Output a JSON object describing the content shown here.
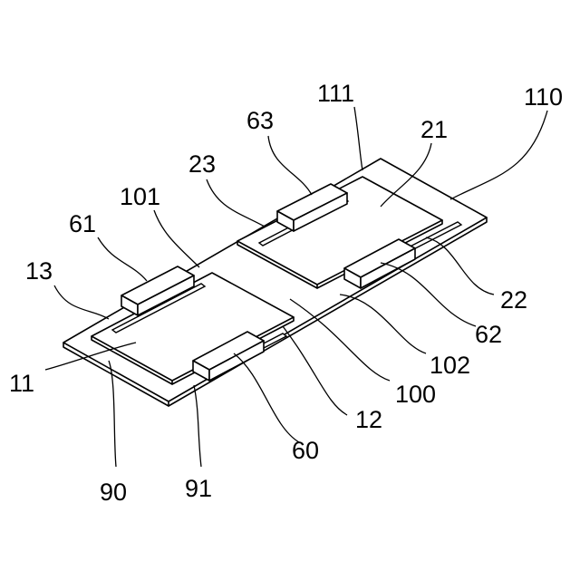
{
  "labels": {
    "l110": "110",
    "l111": "111",
    "l63": "63",
    "l21": "21",
    "l23": "23",
    "l101": "101",
    "l61": "61",
    "l13": "13",
    "l22": "22",
    "l62": "62",
    "l102": "102",
    "l100": "100",
    "l11": "11",
    "l12": "12",
    "l60": "60",
    "l90": "90",
    "l91": "91"
  }
}
